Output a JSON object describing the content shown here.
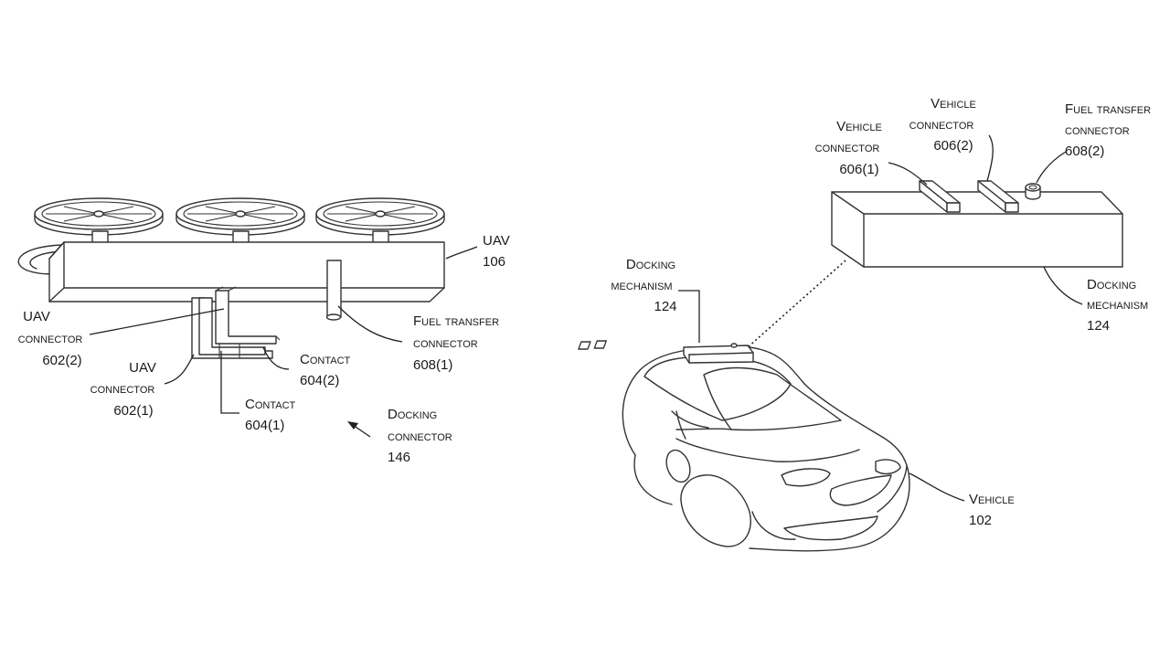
{
  "labels": {
    "uav_title": "UAV",
    "uav_num": "106",
    "uav_conn_a_1": "UAV",
    "uav_conn_a_2": "connector",
    "uav_conn_a_3": "602(2)",
    "uav_conn_b_1": "UAV",
    "uav_conn_b_2": "connector",
    "uav_conn_b_3": "602(1)",
    "contact_a_1": "Contact",
    "contact_a_2": "604(2)",
    "contact_b_1": "Contact",
    "contact_b_2": "604(1)",
    "fuel_left_1": "Fuel transfer",
    "fuel_left_2": "connector",
    "fuel_left_3": "608(1)",
    "docking_conn_1": "Docking",
    "docking_conn_2": "connector",
    "docking_conn_3": "146",
    "dock_mech_left_1": "Docking",
    "dock_mech_left_2": "mechanism",
    "dock_mech_left_3": "124",
    "veh_conn_a_1": "Vehicle",
    "veh_conn_a_2": "connector",
    "veh_conn_a_3": "606(1)",
    "veh_conn_b_1": "Vehicle",
    "veh_conn_b_2": "connector",
    "veh_conn_b_3": "606(2)",
    "fuel_right_1": "Fuel transfer",
    "fuel_right_2": "connector",
    "fuel_right_3": "608(2)",
    "dock_mech_right_1": "Docking",
    "dock_mech_right_2": "mechanism",
    "dock_mech_right_3": "124",
    "vehicle_1": "Vehicle",
    "vehicle_2": "102"
  }
}
